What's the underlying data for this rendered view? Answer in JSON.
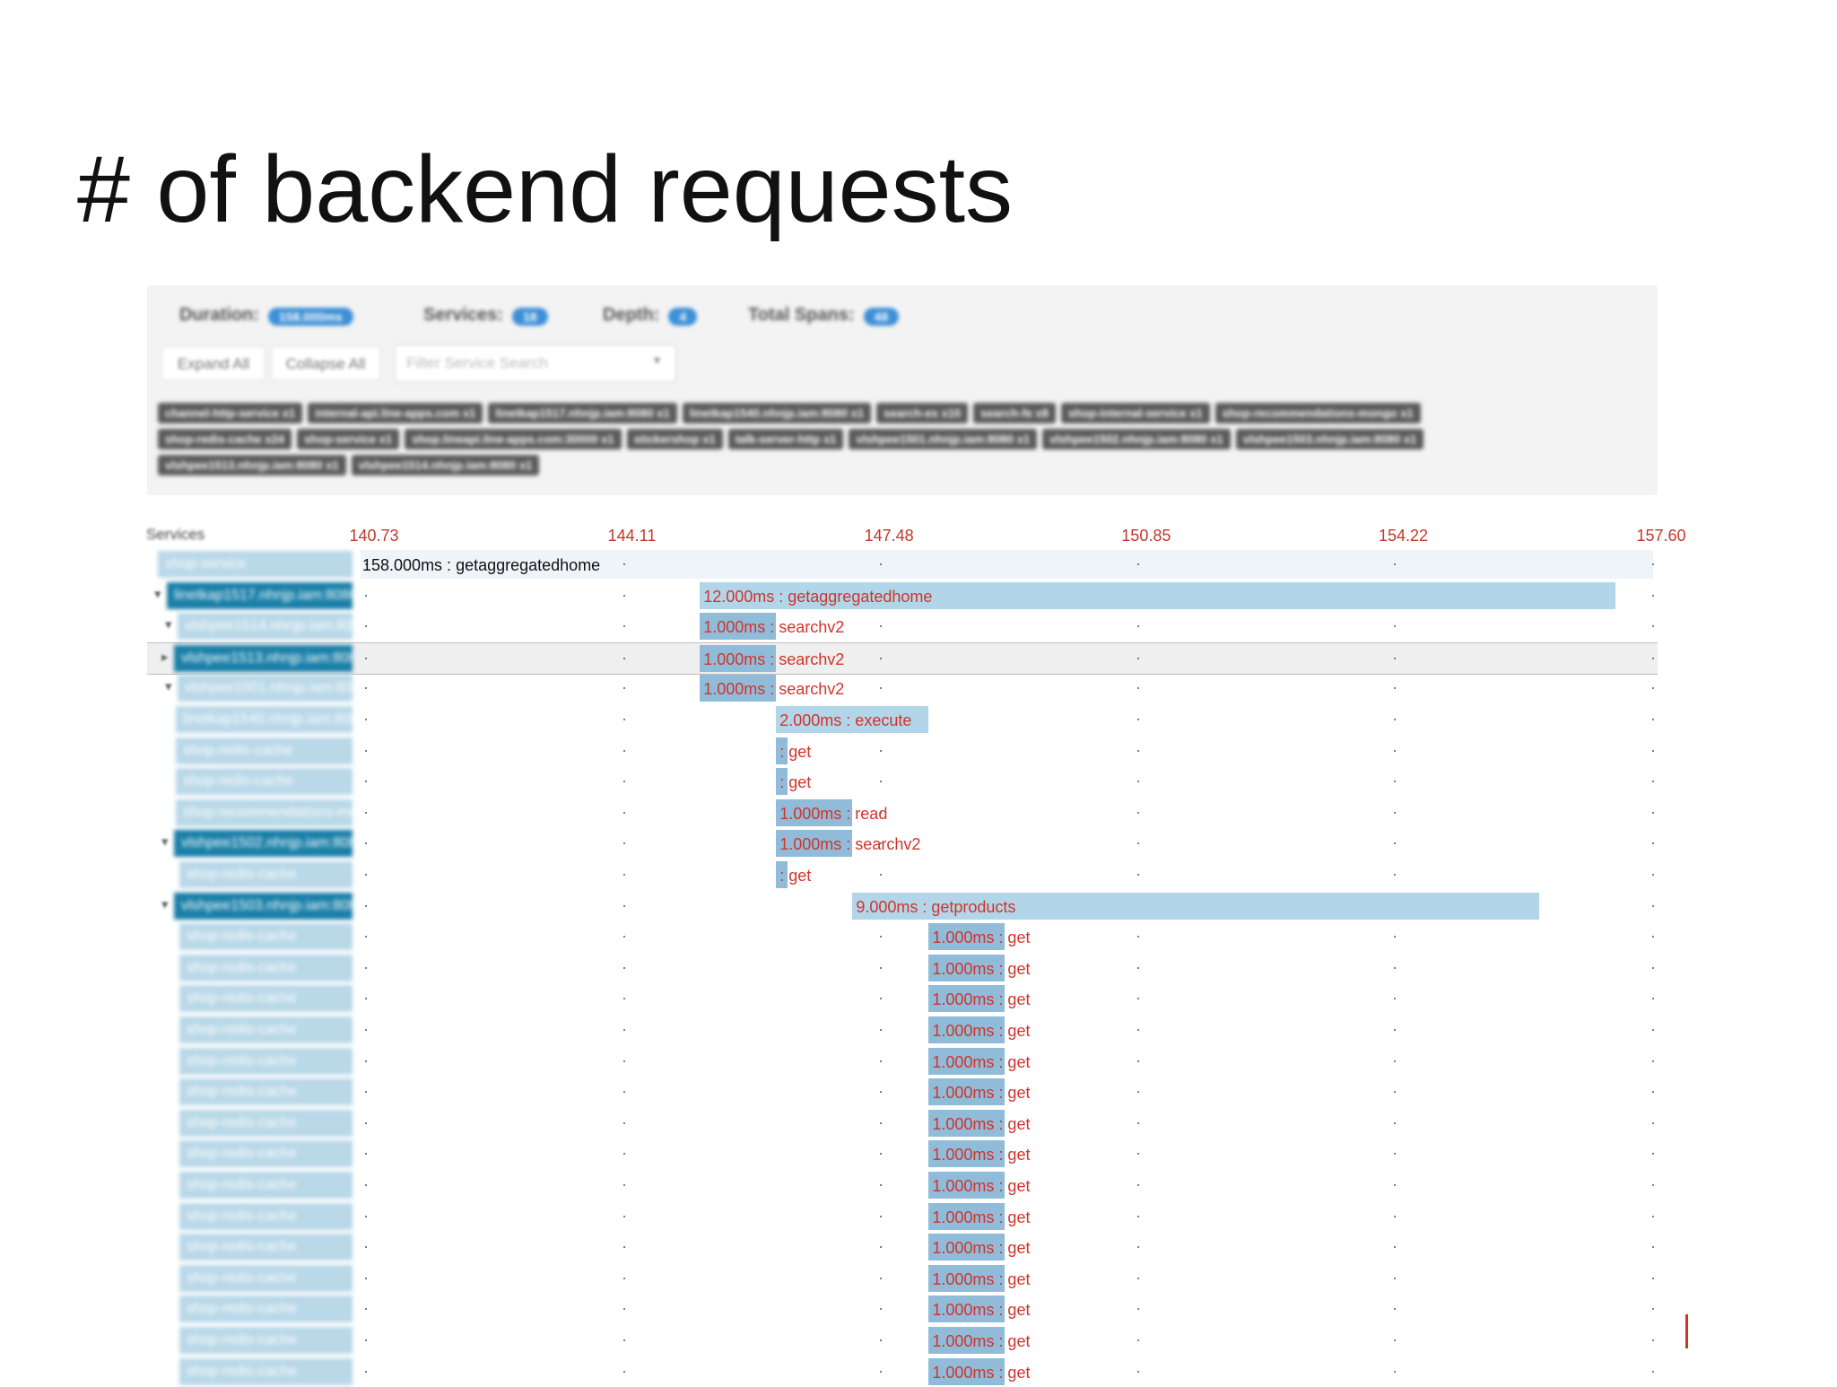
{
  "slide": {
    "title": "# of backend requests"
  },
  "summary": {
    "duration_label": "Duration:",
    "duration_value": "158.000ms",
    "services_label": "Services:",
    "services_value": "18",
    "depth_label": "Depth:",
    "depth_value": "4",
    "spans_label": "Total Spans:",
    "spans_value": "48"
  },
  "toolbar": {
    "expand_all": "Expand All",
    "collapse_all": "Collapse All",
    "filter_placeholder": "Filter Service Search"
  },
  "service_tags": [
    "channel-http-service x1",
    "internal-api.line-apps.com x1",
    "linetkap1517.nhnjp.iam:8080 x1",
    "linetkap1540.nhnjp.iam:8080 x1",
    "search-es x10",
    "search-fe x8",
    "shop-internal-service x1",
    "shop-recommendations-mongo x1",
    "shop-redis-cache x24",
    "shop-service x1",
    "shop.lineapi.line-apps.com:30000 x1",
    "stickershop x1",
    "talk-server-http x1",
    "vlshpee1501.nhnjp.iam:8080 x1",
    "vlshpee1502.nhnjp.iam:8080 x1",
    "vlshpee1503.nhnjp.iam:8080 x1",
    "vlshpee1513.nhnjp.iam:8080 x1",
    "vlshpee1514.nhnjp.iam:8080 x1"
  ],
  "timeline": {
    "services_header": "Services",
    "ticks": [
      "140.73",
      "144.11",
      "147.48",
      "150.85",
      "154.22",
      "157.60"
    ],
    "rows": [
      {
        "service": "shop-service",
        "label": "158.000ms : getaggregatedhome",
        "start": 140.73,
        "duration": 17.0,
        "root": true
      },
      {
        "service": "linetkap1517.nhnjp.iam:8080",
        "label": "12.000ms : getaggregatedhome",
        "start": 145.0,
        "duration": 12.0
      },
      {
        "service": "vlshpee1514.nhnjp.iam:8080",
        "label": "1.000ms : searchv2",
        "start": 145.0,
        "duration": 1.0
      },
      {
        "service": "vlshpee1513.nhnjp.iam:8080",
        "label": "1.000ms : searchv2",
        "start": 145.0,
        "duration": 1.0
      },
      {
        "service": "vlshpee1501.nhnjp.iam:8080",
        "label": "1.000ms : searchv2",
        "start": 145.0,
        "duration": 1.0
      },
      {
        "service": "linetkap1540.nhnjp.iam:8080",
        "label": "2.000ms : execute",
        "start": 146.0,
        "duration": 2.0
      },
      {
        "service": "shop-redis-cache",
        "label": ": get",
        "start": 146.0,
        "duration": 0.15
      },
      {
        "service": "shop-redis-cache",
        "label": ": get",
        "start": 146.0,
        "duration": 0.15
      },
      {
        "service": "shop-recommendations-mongo",
        "label": "1.000ms : read",
        "start": 146.0,
        "duration": 1.0
      },
      {
        "service": "vlshpee1502.nhnjp.iam:8080",
        "label": "1.000ms : searchv2",
        "start": 146.0,
        "duration": 1.0
      },
      {
        "service": "shop-redis-cache",
        "label": ": get",
        "start": 146.0,
        "duration": 0.15
      },
      {
        "service": "vlshpee1503.nhnjp.iam:8080",
        "label": "9.000ms : getproducts",
        "start": 147.0,
        "duration": 9.0
      },
      {
        "service": "shop-redis-cache",
        "label": "1.000ms : get",
        "start": 148.0,
        "duration": 1.0
      },
      {
        "service": "shop-redis-cache",
        "label": "1.000ms : get",
        "start": 148.0,
        "duration": 1.0
      },
      {
        "service": "shop-redis-cache",
        "label": "1.000ms : get",
        "start": 148.0,
        "duration": 1.0
      },
      {
        "service": "shop-redis-cache",
        "label": "1.000ms : get",
        "start": 148.0,
        "duration": 1.0
      },
      {
        "service": "shop-redis-cache",
        "label": "1.000ms : get",
        "start": 148.0,
        "duration": 1.0
      },
      {
        "service": "shop-redis-cache",
        "label": "1.000ms : get",
        "start": 148.0,
        "duration": 1.0
      },
      {
        "service": "shop-redis-cache",
        "label": "1.000ms : get",
        "start": 148.0,
        "duration": 1.0
      },
      {
        "service": "shop-redis-cache",
        "label": "1.000ms : get",
        "start": 148.0,
        "duration": 1.0
      },
      {
        "service": "shop-redis-cache",
        "label": "1.000ms : get",
        "start": 148.0,
        "duration": 1.0
      },
      {
        "service": "shop-redis-cache",
        "label": "1.000ms : get",
        "start": 148.0,
        "duration": 1.0
      },
      {
        "service": "shop-redis-cache",
        "label": "1.000ms : get",
        "start": 148.0,
        "duration": 1.0
      },
      {
        "service": "shop-redis-cache",
        "label": "1.000ms : get",
        "start": 148.0,
        "duration": 1.0
      },
      {
        "service": "shop-redis-cache",
        "label": "1.000ms : get",
        "start": 148.0,
        "duration": 1.0
      },
      {
        "service": "shop-redis-cache",
        "label": "1.000ms : get",
        "start": 148.0,
        "duration": 1.0
      },
      {
        "service": "shop-redis-cache",
        "label": "1.000ms : get",
        "start": 148.0,
        "duration": 1.0
      }
    ]
  }
}
